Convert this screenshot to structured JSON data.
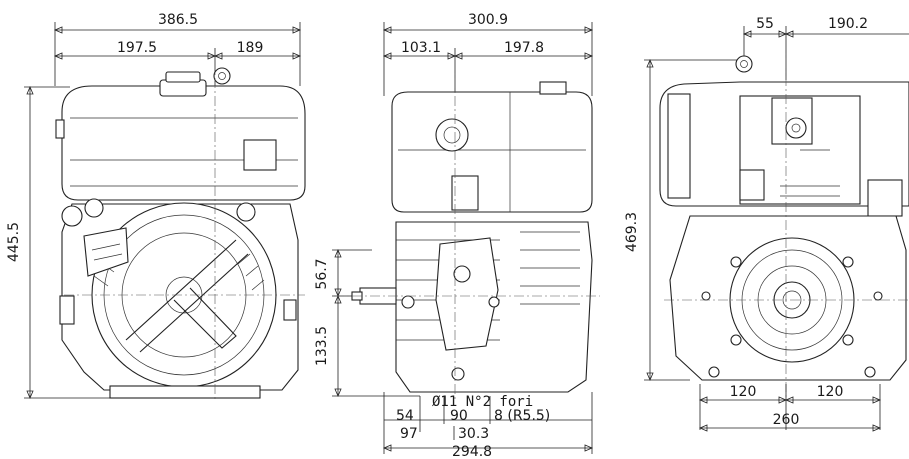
{
  "front_view": {
    "overall_width": "386.5",
    "left_width": "197.5",
    "right_width": "189",
    "height": "445.5"
  },
  "side_view": {
    "overall_width": "300.9",
    "left_width": "103.1",
    "right_width": "197.8",
    "shaft_height_upper": "56.7",
    "shaft_height_lower": "133.5",
    "hole_note": "Ø11 N°2 fori",
    "dim_54": "54",
    "dim_90": "90",
    "dim_8": "8 (R5.5)",
    "dim_97": "97",
    "dim_30_3": "30.3",
    "base_length": "294.8"
  },
  "rear_view": {
    "dim_55": "55",
    "dim_190_2": "190.2",
    "height": "469.3",
    "mount_left": "120",
    "mount_right": "120",
    "base_width": "260"
  }
}
